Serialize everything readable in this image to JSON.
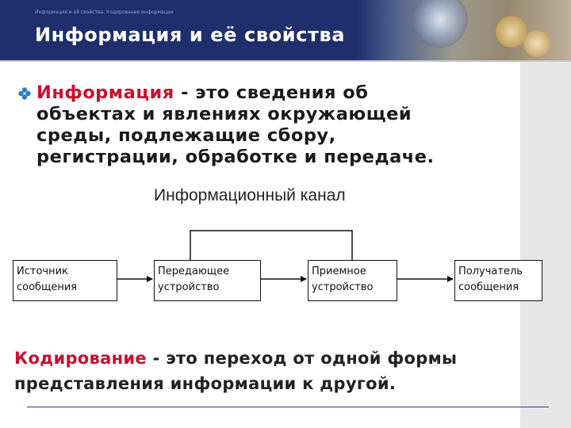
{
  "header": {
    "tagline": "Информация и её свойства. Кодирование информации",
    "title": "Информация и её свойства"
  },
  "definition": {
    "bullet_icon": "diamond-bullet-icon",
    "term": "Информация",
    "line1_rest": " - это сведения об",
    "line2": "объектах и явлениях окружающей",
    "line3": "среды, подлежащие сбору,",
    "line4": "регистрации, обработке и передаче."
  },
  "channel": {
    "title": "Информационный канал",
    "boxes": [
      {
        "line1": "Источник",
        "line2": "сообщения"
      },
      {
        "line1": "Передающее",
        "line2": "устройство"
      },
      {
        "line1": "Приемное",
        "line2": "устройство"
      },
      {
        "line1": "Получатель",
        "line2": "сообщения"
      }
    ]
  },
  "coding": {
    "term": "Кодирование",
    "line1_rest": " - это переход от одной формы",
    "line2": "представления информации к другой."
  },
  "colors": {
    "header_bg": "#1f2f6e",
    "term_red": "#c8102e",
    "side_band": "#e6e6e6"
  }
}
